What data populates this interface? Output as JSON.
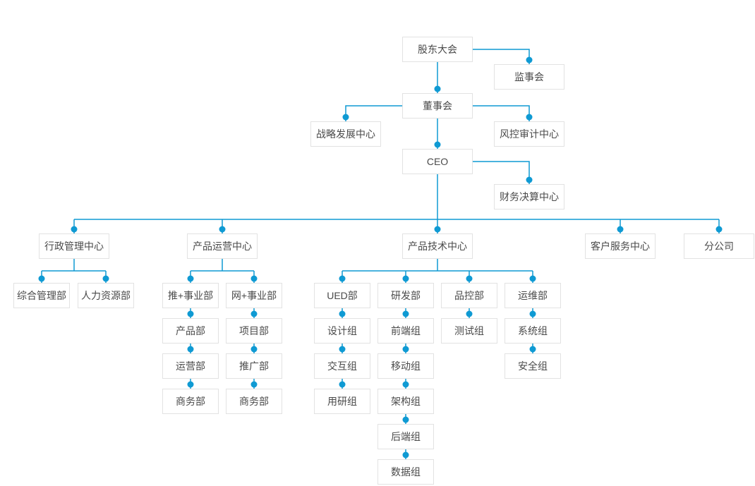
{
  "colors": {
    "connector_line": "#0f9ad3",
    "connector_dot": "#0f9ad3",
    "node_border": "#e2e2e2",
    "node_background": "#ffffff",
    "node_text": "#4a4a4a",
    "page_background": "#ffffff"
  },
  "labels": {
    "shareholders_meeting": "股东大会",
    "supervisory_board": "监事会",
    "board_of_directors": "董事会",
    "strategic_development_center": "战略发展中心",
    "risk_control_audit_center": "风控审计中心",
    "ceo": "CEO",
    "financial_accounting_center": "财务决算中心",
    "administrative_management_center": "行政管理中心",
    "product_operation_center": "产品运营中心",
    "product_technology_center": "产品技术中心",
    "customer_service_center": "客户服务中心",
    "branch_company": "分公司",
    "general_management_dept": "综合管理部",
    "human_resources_dept": "人力资源部",
    "tui_plus_division": "推+事业部",
    "wang_plus_division": "网+事业部",
    "product_dept": "产品部",
    "operation_dept": "运营部",
    "business_dept_tui": "商务部",
    "project_dept": "项目部",
    "promotion_dept": "推广部",
    "business_dept_wang": "商务部",
    "ued_dept": "UED部",
    "design_group": "设计组",
    "interaction_group": "交互组",
    "user_research_group": "用研组",
    "rnd_dept": "研发部",
    "frontend_group": "前端组",
    "mobile_group": "移动组",
    "architecture_group": "架构组",
    "backend_group": "后端组",
    "data_group": "数据组",
    "quality_control_dept": "品控部",
    "testing_group": "测试组",
    "operations_maintenance_dept": "运维部",
    "system_group": "系统组",
    "security_group": "安全组"
  },
  "hierarchy": {
    "shareholders_meeting": [
      "supervisory_board",
      "board_of_directors"
    ],
    "board_of_directors": [
      "strategic_development_center",
      "risk_control_audit_center",
      "ceo"
    ],
    "ceo": [
      "financial_accounting_center",
      "administrative_management_center",
      "product_operation_center",
      "product_technology_center",
      "customer_service_center",
      "branch_company"
    ],
    "administrative_management_center": [
      "general_management_dept",
      "human_resources_dept"
    ],
    "product_operation_center": [
      "tui_plus_division",
      "wang_plus_division"
    ],
    "tui_plus_division": [
      "product_dept",
      "operation_dept",
      "business_dept_tui"
    ],
    "wang_plus_division": [
      "project_dept",
      "promotion_dept",
      "business_dept_wang"
    ],
    "product_technology_center": [
      "ued_dept",
      "rnd_dept",
      "quality_control_dept",
      "operations_maintenance_dept"
    ],
    "ued_dept": [
      "design_group",
      "interaction_group",
      "user_research_group"
    ],
    "rnd_dept": [
      "frontend_group",
      "mobile_group",
      "architecture_group",
      "backend_group",
      "data_group"
    ],
    "quality_control_dept": [
      "testing_group"
    ],
    "operations_maintenance_dept": [
      "system_group",
      "security_group"
    ]
  }
}
